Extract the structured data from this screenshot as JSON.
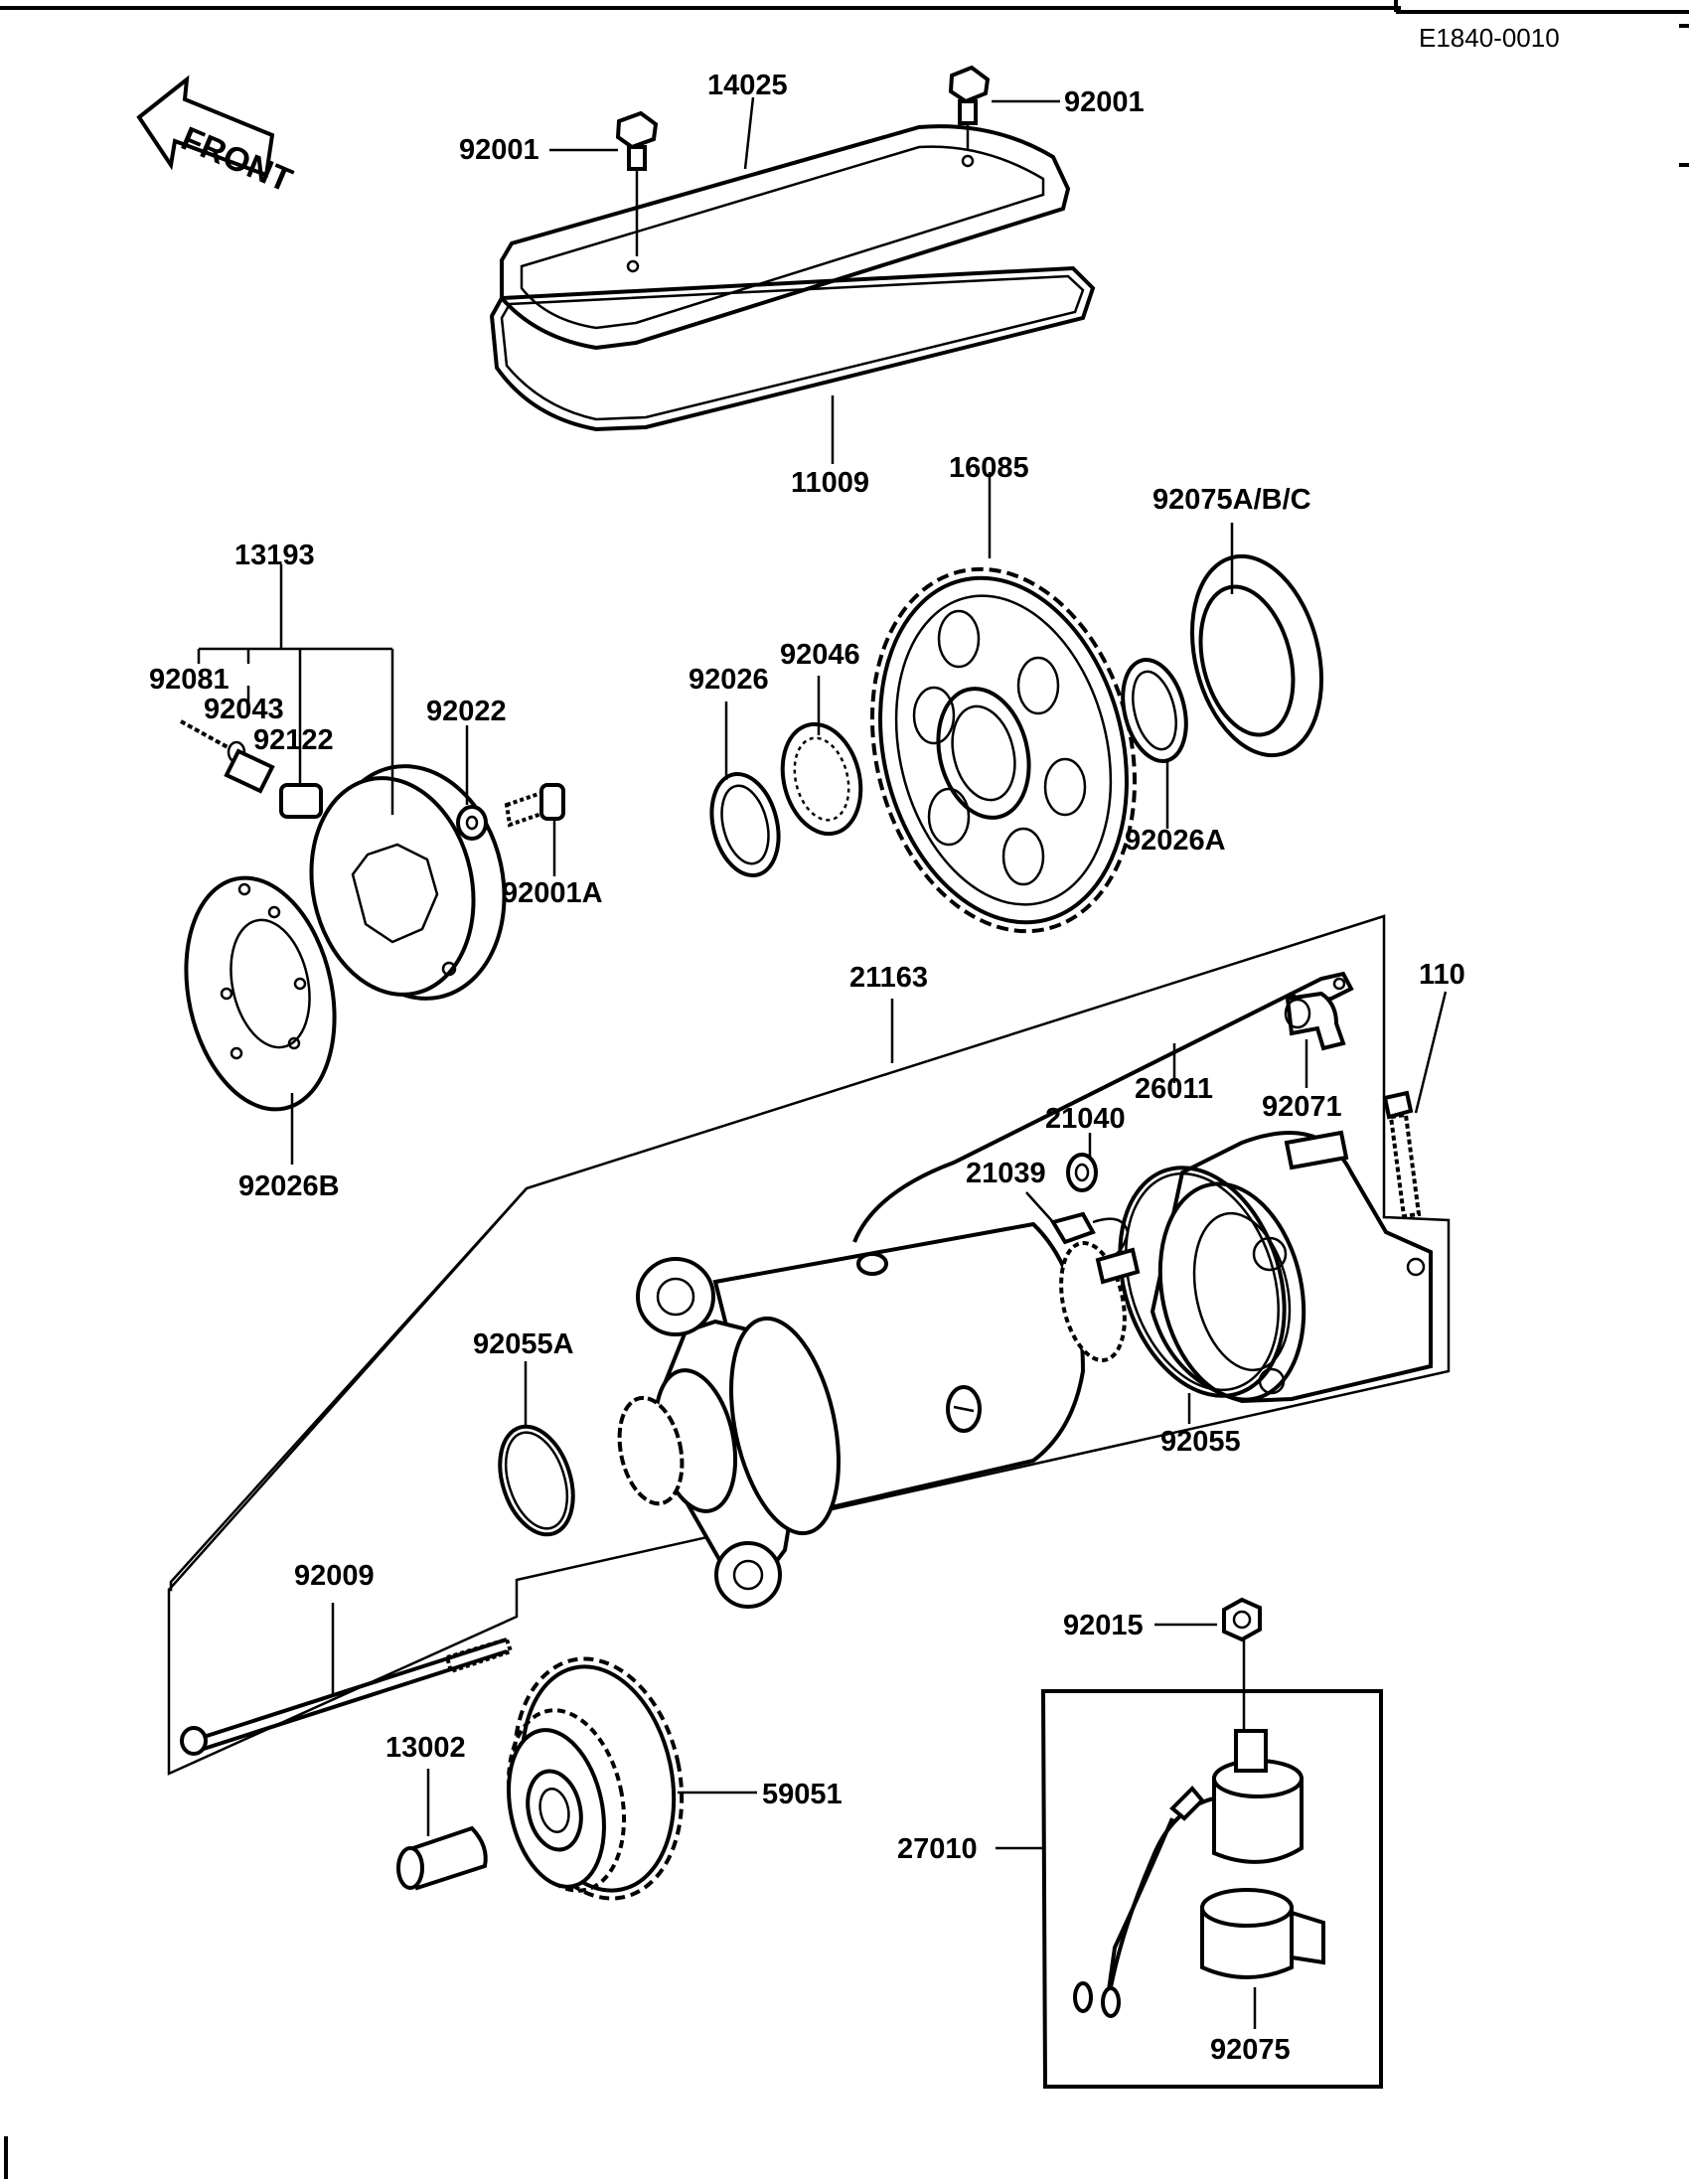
{
  "diagram": {
    "code": "E1840-0010",
    "front_text": "FRONT",
    "parts": {
      "p14025": "14025",
      "p92001_l": "92001",
      "p92001_r": "92001",
      "p11009": "11009",
      "p16085": "16085",
      "p92075abc": "92075A/B/C",
      "p13193": "13193",
      "p92081": "92081",
      "p92043": "92043",
      "p92122": "92122",
      "p92022": "92022",
      "p92001a": "92001A",
      "p92026": "92026",
      "p92046": "92046",
      "p92026a": "92026A",
      "p92026b": "92026B",
      "p21163": "21163",
      "p110": "110",
      "p26011": "26011",
      "p92071": "92071",
      "p21040": "21040",
      "p21039": "21039",
      "p92055a": "92055A",
      "p92055": "92055",
      "p92009": "92009",
      "p92015": "92015",
      "p13002": "13002",
      "p59051": "59051",
      "p27010": "27010",
      "p92075": "92075"
    }
  }
}
